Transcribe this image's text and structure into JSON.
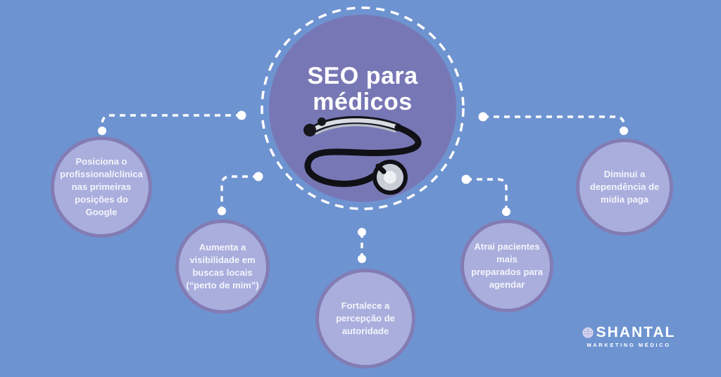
{
  "colors": {
    "background": "#6e93d1",
    "center_fill": "#7877b5",
    "bubble_fill": "#a9aedd",
    "bubble_border": "#837cb4",
    "line_and_text": "#ffffff"
  },
  "center": {
    "title": "SEO para médicos"
  },
  "bubbles": [
    {
      "label": "Posiciona o profissional/clínica nas primeiras posições do Google"
    },
    {
      "label": "Aumenta a visibilidade em buscas locais (“perto de mim”)"
    },
    {
      "label": "Fortalece a percepção de autoridade"
    },
    {
      "label": "Atrai pacientes mais preparados para agendar"
    },
    {
      "label": "Diminui a dependência de mídia paga"
    }
  ],
  "icons": {
    "stethoscope": "stethoscope-icon",
    "globe": "globe-icon"
  },
  "logo": {
    "name": "SHANTAL",
    "tagline": "MARKETING MÉDICO"
  }
}
